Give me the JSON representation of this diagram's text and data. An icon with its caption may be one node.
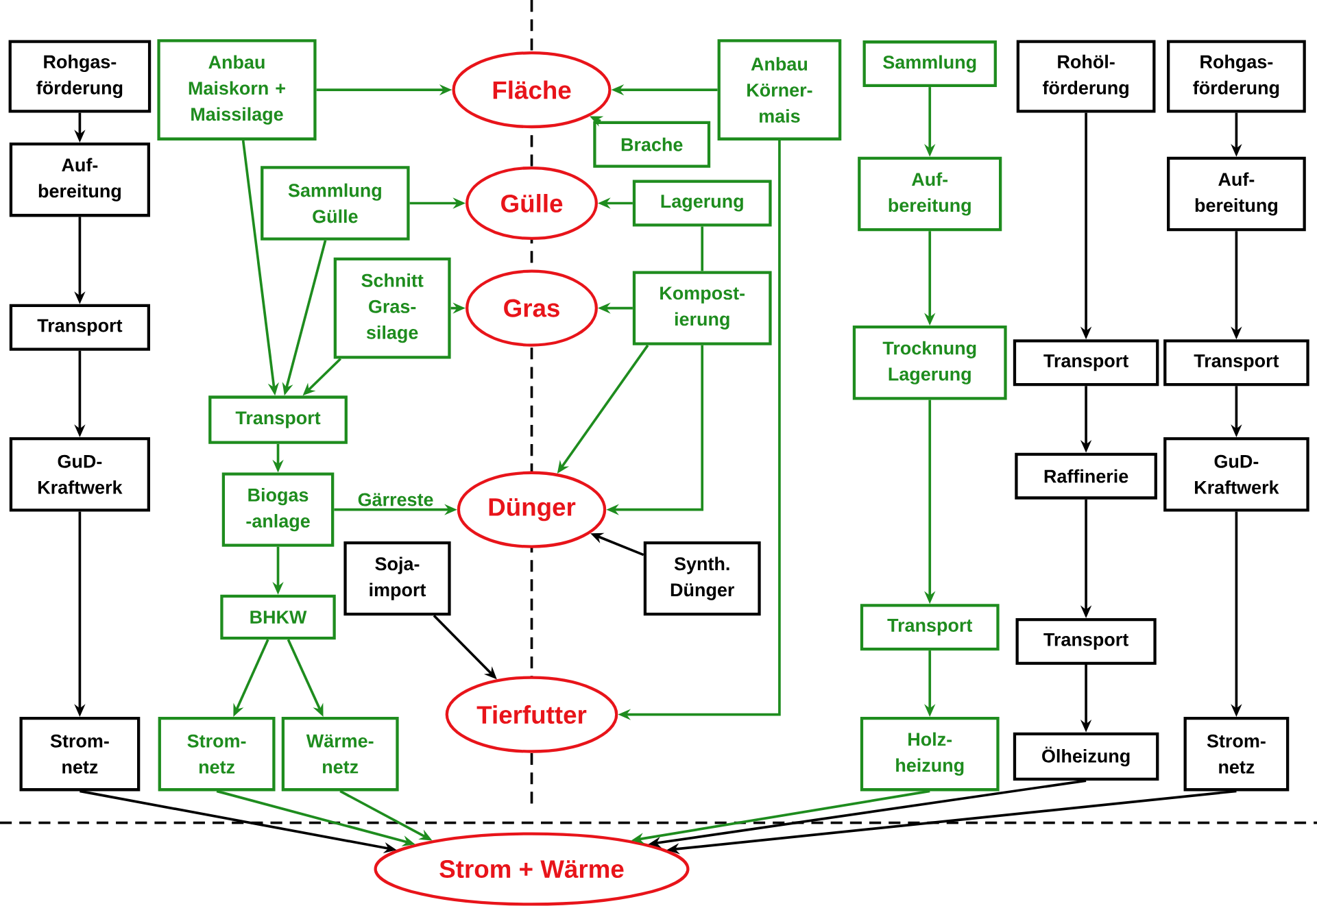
{
  "diagram": {
    "nodes": [
      {
        "text": [
          "Rohgas- förderung"
        ]
      },
      {
        "text": [
          "Auf- bereitung"
        ]
      },
      {
        "text": [
          "Transport"
        ]
      },
      {
        "text": [
          "GuD- Kraftwerk"
        ]
      },
      {
        "text": [
          "Strom- netz"
        ]
      },
      {
        "text": [
          "Anbau Maiskorn + Maissilage"
        ]
      },
      {
        "text": [
          "Sammlung Gülle"
        ]
      },
      {
        "text": [
          "Schnitt Gras- silage"
        ]
      },
      {
        "text": [
          "Transport"
        ]
      },
      {
        "text": [
          "Biogas -anlage"
        ]
      },
      {
        "text": [
          "BHKW"
        ]
      },
      {
        "text": [
          "Strom- netz"
        ]
      },
      {
        "text": [
          "Wärme- netz"
        ]
      },
      {
        "text": [
          "Soja- import"
        ]
      },
      {
        "text": [
          "Fläche"
        ]
      },
      {
        "text": [
          "Gülle"
        ]
      },
      {
        "text": [
          "Gras"
        ]
      },
      {
        "text": [
          "Dünger"
        ]
      },
      {
        "text": [
          "Tierfutter"
        ]
      },
      {
        "text": [
          "Anbau Körner- mais"
        ]
      },
      {
        "text": [
          "Brache"
        ]
      },
      {
        "text": [
          "Lagerung"
        ]
      },
      {
        "text": [
          "Kompost- ierung"
        ]
      },
      {
        "text": [
          "Synth. Dünger"
        ]
      },
      {
        "text": [
          "Sammlung"
        ]
      },
      {
        "text": [
          "Auf- bereitung"
        ]
      },
      {
        "text": [
          "Trocknung Lagerung"
        ]
      },
      {
        "text": [
          "Transport"
        ]
      },
      {
        "text": [
          "Holz- heizung"
        ]
      },
      {
        "text": [
          "Rohöl- förderung"
        ]
      },
      {
        "text": [
          "Transport"
        ]
      },
      {
        "text": [
          "Raffinerie"
        ]
      },
      {
        "text": [
          "Transport"
        ]
      },
      {
        "text": [
          "Ölheizung"
        ]
      },
      {
        "text": [
          "Rohgas- förderung"
        ]
      },
      {
        "text": [
          "Auf- bereitung"
        ]
      },
      {
        "text": [
          "Transport"
        ]
      },
      {
        "text": [
          "GuD- Kraftwerk"
        ]
      },
      {
        "text": [
          "Strom- netz"
        ]
      },
      {
        "text": [
          "Strom + Wärme"
        ]
      }
    ],
    "edges": [
      {
        "from": 0,
        "to": 1,
        "arrow": "to",
        "color": "#000000"
      },
      {
        "from": 1,
        "to": 2,
        "arrow": "to",
        "color": "#000000"
      },
      {
        "from": 2,
        "to": 3,
        "arrow": "to",
        "color": "#000000"
      },
      {
        "from": 3,
        "to": 4,
        "arrow": "to",
        "color": "#000000"
      },
      {
        "from": 5,
        "to": 14,
        "arrow": "to"
      },
      {
        "from": 19,
        "to": 14,
        "arrow": "to"
      },
      {
        "from": 20,
        "to": 14,
        "arrow": "to"
      },
      {
        "from": 6,
        "to": 15,
        "arrow": "to"
      },
      {
        "from": 21,
        "to": 15,
        "arrow": "to"
      },
      {
        "from": 21,
        "to": 22,
        "arrow": "none"
      },
      {
        "from": 7,
        "to": 16,
        "arrow": "to"
      },
      {
        "from": 22,
        "to": 16,
        "arrow": "to"
      },
      {
        "from": 5,
        "to": 8,
        "arrow": "to"
      },
      {
        "from": 6,
        "to": 8,
        "arrow": "to"
      },
      {
        "from": 7,
        "to": 8,
        "arrow": "to"
      },
      {
        "from": 8,
        "to": 9,
        "arrow": "to"
      },
      {
        "from": 9,
        "to": 17,
        "arrow": "to",
        "label": "Gärreste"
      },
      {
        "from": 22,
        "to": 17,
        "arrow": "to"
      },
      {
        "from": 22,
        "to": 17,
        "arrow": "to"
      },
      {
        "from": 23,
        "to": 17,
        "arrow": "to",
        "color": "#000000"
      },
      {
        "from": 9,
        "to": 10,
        "arrow": "to"
      },
      {
        "from": 10,
        "to": 11,
        "arrow": "to"
      },
      {
        "from": 10,
        "to": 12,
        "arrow": "to"
      },
      {
        "from": 13,
        "to": 18,
        "arrow": "to",
        "color": "#000000"
      },
      {
        "from": 19,
        "to": 18,
        "arrow": "to"
      },
      {
        "from": 24,
        "to": 25,
        "arrow": "to"
      },
      {
        "from": 25,
        "to": 26,
        "arrow": "to"
      },
      {
        "from": 26,
        "to": 27,
        "arrow": "to"
      },
      {
        "from": 27,
        "to": 28,
        "arrow": "to"
      },
      {
        "from": 29,
        "to": 30,
        "arrow": "to",
        "color": "#000000"
      },
      {
        "from": 30,
        "to": 31,
        "arrow": "to",
        "color": "#000000"
      },
      {
        "from": 31,
        "to": 32,
        "arrow": "to",
        "color": "#000000"
      },
      {
        "from": 32,
        "to": 33,
        "arrow": "to",
        "color": "#000000"
      },
      {
        "from": 34,
        "to": 35,
        "arrow": "to",
        "color": "#000000"
      },
      {
        "from": 35,
        "to": 36,
        "arrow": "to",
        "color": "#000000"
      },
      {
        "from": 36,
        "to": 37,
        "arrow": "to",
        "color": "#000000"
      },
      {
        "from": 37,
        "to": 38,
        "arrow": "to",
        "color": "#000000"
      },
      {
        "from": 4,
        "to": 39,
        "arrow": "to",
        "color": "#000000"
      },
      {
        "from": 11,
        "to": 39,
        "arrow": "to"
      },
      {
        "from": 12,
        "to": 39,
        "arrow": "to"
      },
      {
        "from": 28,
        "to": 39,
        "arrow": "to"
      },
      {
        "from": 33,
        "to": 39,
        "arrow": "to",
        "color": "#000000"
      },
      {
        "from": 38,
        "to": 39,
        "arrow": "to",
        "color": "#000000"
      }
    ]
  }
}
